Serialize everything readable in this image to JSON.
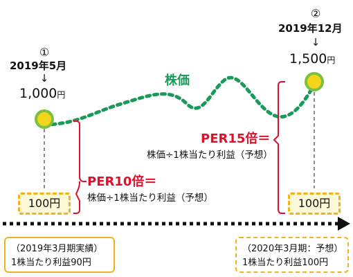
{
  "point1": {
    "marker": "①",
    "date": "2019年5月",
    "arrow": "↓",
    "price_value": "1,000",
    "price_unit": "円",
    "eps": "100円"
  },
  "point2": {
    "marker": "②",
    "date": "2019年12月",
    "arrow": "↓",
    "price_value": "1,500",
    "price_unit": "円",
    "eps": "100円"
  },
  "stock_label": "株価",
  "per_15": {
    "title": "PER15倍＝",
    "formula": "株価÷1株当たり利益（予想）"
  },
  "per_10": {
    "title": "PER10倍＝",
    "formula": "株価÷1株当たり利益（予想）"
  },
  "period_left": {
    "line1": "（2019年3月期実績）",
    "line2": "1株当たり利益90円"
  },
  "period_right": {
    "line1": "（2020年3月期：予想）",
    "line2": "1株当たり利益100円"
  },
  "colors": {
    "stock_line": "#1a9a5a",
    "per_red": "#e0102a",
    "accent_yellow": "#f2b21b",
    "dot_fill": "#f5d41e",
    "dot_ring": "#7ac13f"
  }
}
